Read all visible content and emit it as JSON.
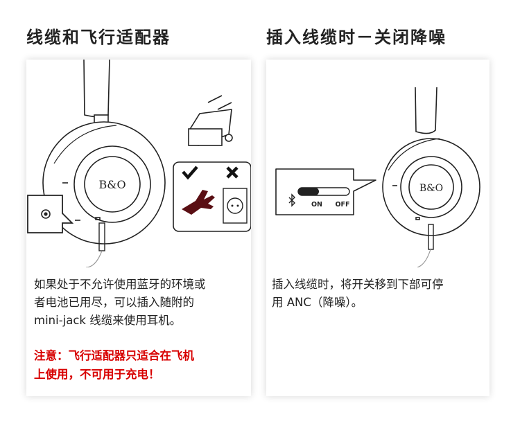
{
  "left_section": {
    "title": "线缆和飞行适配器",
    "body_lines": [
      "如果处于不允许使用蓝牙的环境或",
      "者电池已用尽，可以插入随附的",
      "mini-jack 线缆来使用耳机。"
    ],
    "warning_lines": [
      "注意：飞行适配器只适合在飞机",
      "上使用，不可用于充电！"
    ],
    "headphone_logo": "B&O",
    "icons": [
      "headphone-icon",
      "jack-port-icon",
      "flight-adapter-icon",
      "check-icon",
      "cross-icon",
      "airplane-icon",
      "wall-socket-icon"
    ]
  },
  "right_section": {
    "title": "插入线缆时－关闭降噪",
    "body_lines": [
      "插入线缆时，将开关移到下部可停",
      "用 ANC（降噪）。"
    ],
    "switch": {
      "on_label": "ON",
      "off_label": "OFF",
      "position": "on"
    },
    "headphone_logo": "B&O",
    "icons": [
      "headphone-icon",
      "bluetooth-icon",
      "anc-switch-icon"
    ]
  },
  "colors": {
    "warning": "#d80000",
    "airplane": "#5a0f14",
    "text": "#222222"
  }
}
